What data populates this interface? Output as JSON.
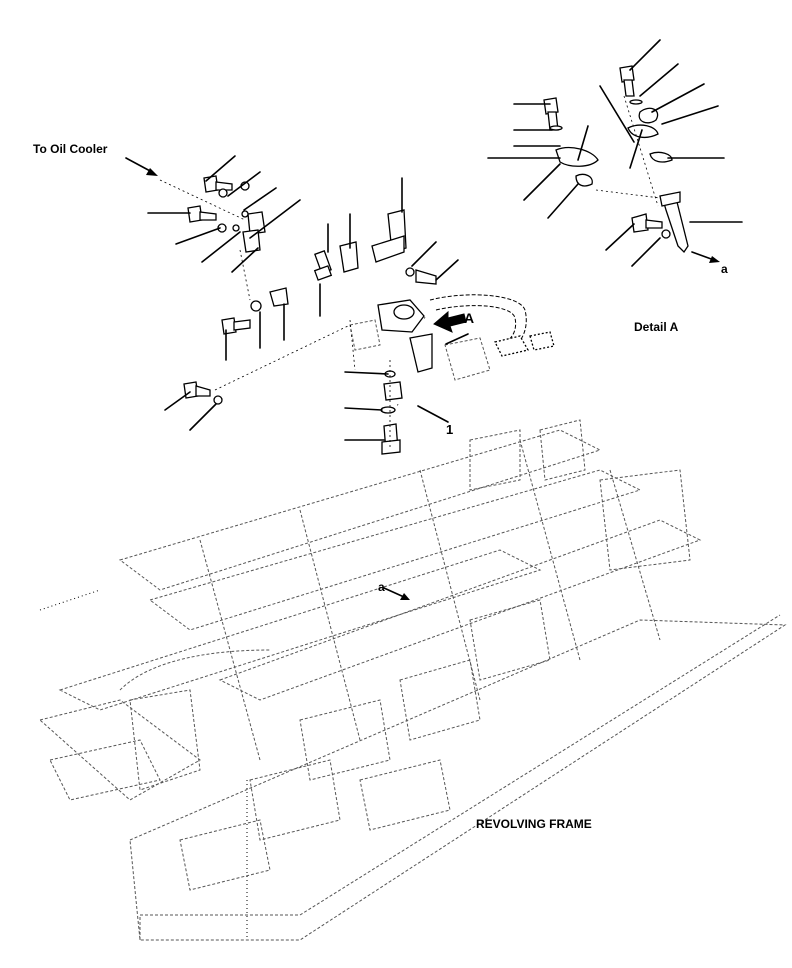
{
  "labels": {
    "to_oil_cooler": "To Oil Cooler",
    "detail_a": "Detail A",
    "revolving_frame": "REVOLVING FRAME",
    "view_arrow_a": "A",
    "callout_1": "1",
    "ref_a_detail": "a",
    "ref_a_frame": "a"
  }
}
